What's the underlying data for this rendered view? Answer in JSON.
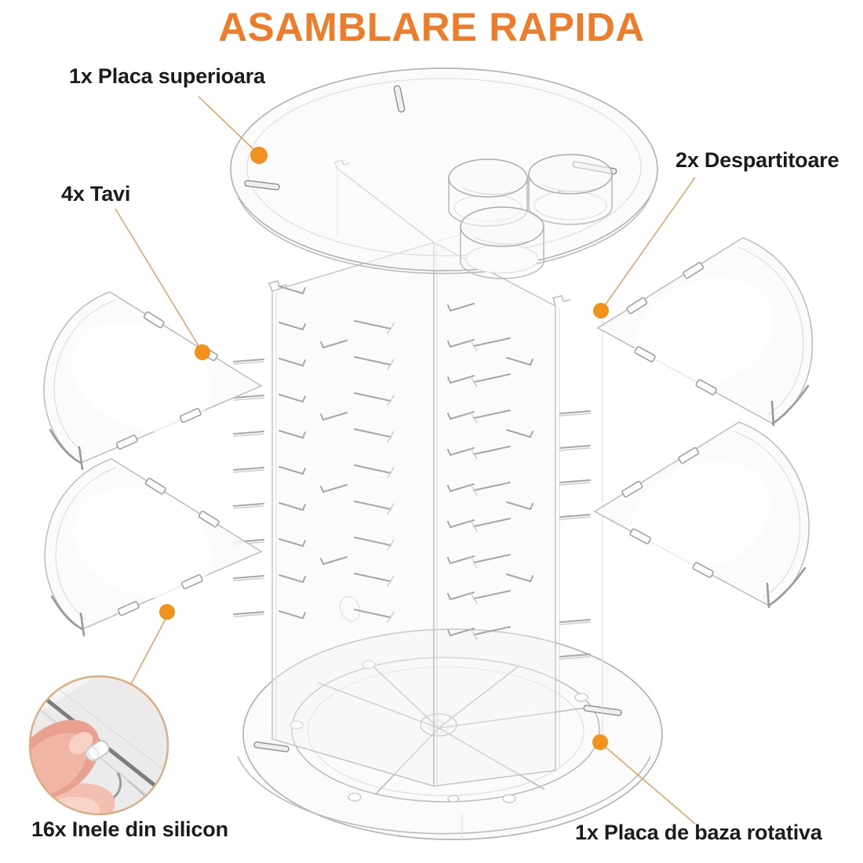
{
  "title": "ASAMBLARE RAPIDA",
  "callouts": {
    "top_plate": {
      "label": "1x Placa superioara"
    },
    "dividers": {
      "label": "2x Despartitoare"
    },
    "trays": {
      "label": "4x Tavi"
    },
    "silicone_rings": {
      "label": "16x Inele din silicon"
    },
    "base_plate": {
      "label": "1x Placa de baza rotativa"
    }
  },
  "colors": {
    "title": "#ED7D2B",
    "dot": "#F2921D",
    "leader_line": "#D9A868",
    "label": "#1B1B1B",
    "inset_border": "#DCAE83",
    "background": "#FFFFFF"
  }
}
